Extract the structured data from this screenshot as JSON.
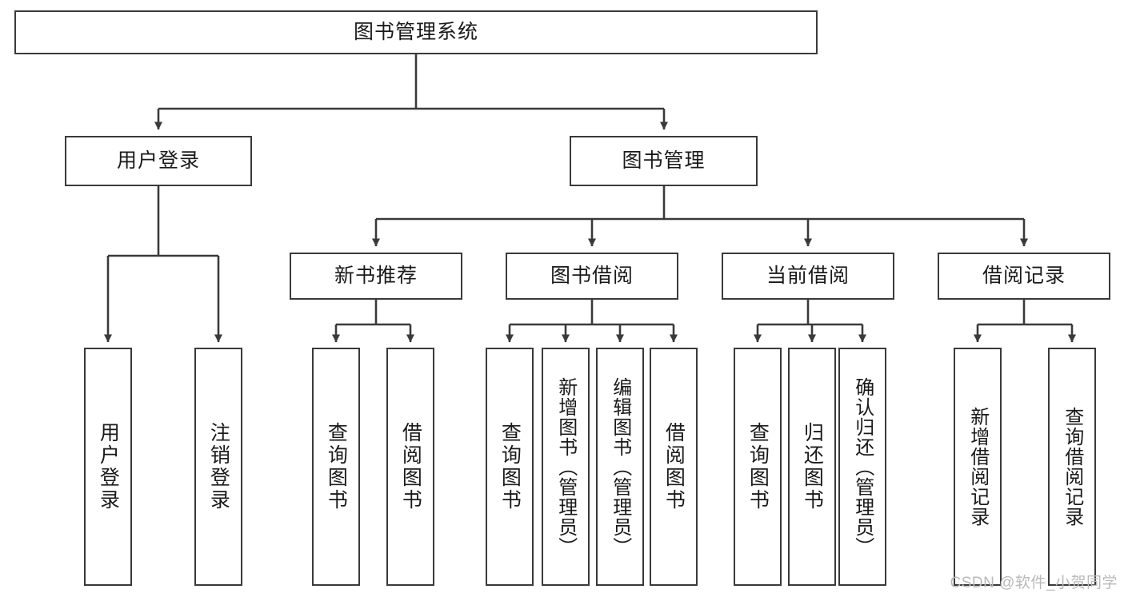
{
  "diagram": {
    "title": "图书管理系统",
    "type": "hierarchy-tree",
    "watermark": "CSDN @软件_小贺同学",
    "colors": {
      "border": "#3a3a3a",
      "background": "#ffffff",
      "text": "#1a1a1a",
      "watermark": "#b9b9b9"
    },
    "nodes": {
      "root": {
        "label": "图书管理系统"
      },
      "level2": [
        {
          "label": "用户登录"
        },
        {
          "label": "图书管理"
        }
      ],
      "level3": [
        {
          "label": "新书推荐"
        },
        {
          "label": "图书借阅"
        },
        {
          "label": "当前借阅"
        },
        {
          "label": "借阅记录"
        }
      ],
      "leaves": {
        "user_login": [
          {
            "label": "用户登录"
          },
          {
            "label": "注销登录"
          }
        ],
        "new_book_recommend": [
          {
            "label": "查询图书"
          },
          {
            "label": "借阅图书"
          }
        ],
        "book_borrow": [
          {
            "label": "查询图书"
          },
          {
            "label": "新增图书（管理员）"
          },
          {
            "label": "编辑图书（管理员）"
          },
          {
            "label": "借阅图书"
          }
        ],
        "current_borrow": [
          {
            "label": "查询图书"
          },
          {
            "label": "归还图书"
          },
          {
            "label": "确认归还（管理员）"
          }
        ],
        "borrow_records": [
          {
            "label": "新增借阅记录"
          },
          {
            "label": "查询借阅记录"
          }
        ]
      }
    }
  }
}
